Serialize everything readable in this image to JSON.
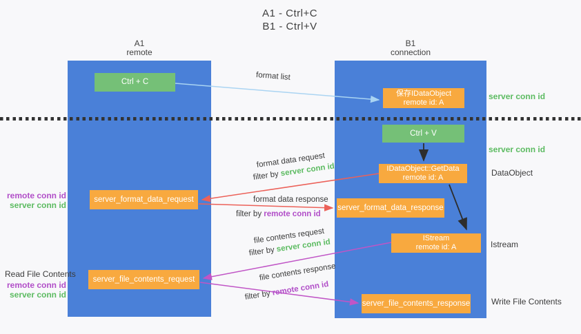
{
  "title": {
    "line1": "A1 - Ctrl+C",
    "line2": "B1 - Ctrl+V"
  },
  "lifelines": {
    "a1": {
      "name": "A1",
      "subtitle": "remote"
    },
    "b1": {
      "name": "B1",
      "subtitle": "connection"
    }
  },
  "nodes": {
    "ctrl_c": {
      "label": "Ctrl + C"
    },
    "ctrl_v": {
      "label": "Ctrl + V"
    },
    "save_dataobject": {
      "line1": "保存IDataObject",
      "line2": "remote id: A"
    },
    "getdata": {
      "line1": "IDataObject::GetData",
      "line2": "remote id: A"
    },
    "istream": {
      "line1": "IStream",
      "line2": "remote id: A"
    },
    "format_request": {
      "label": "server_format_data_request"
    },
    "format_response": {
      "label": "server_format_data_response"
    },
    "file_request": {
      "label": "server_file_contents_request"
    },
    "file_response": {
      "label": "server_file_contents_response"
    }
  },
  "arrows": {
    "format_list": {
      "label": "format list"
    },
    "format_data_request": {
      "label": "format data request",
      "filter_prefix": "filter by ",
      "filter_key": "server conn id"
    },
    "format_data_response": {
      "label": "format data response",
      "filter_prefix": "filter by ",
      "filter_key": "remote conn id"
    },
    "file_contents_request": {
      "label": "file contents request",
      "filter_prefix": "filter by ",
      "filter_key": "server conn id"
    },
    "file_contents_response": {
      "label": "file contents response",
      "filter_prefix": "filter by ",
      "filter_key": "remote conn id"
    }
  },
  "side_labels": {
    "server_conn_id_top": "server conn id",
    "server_conn_id_mid": "server conn id",
    "dataobject": "DataObject",
    "istream": "Istream",
    "write_file_contents": "Write File Contents",
    "read_file_contents": "Read File Contents",
    "format_remote_conn_id": "remote conn id",
    "format_server_conn_id": "server conn id",
    "file_remote_conn_id": "remote conn id",
    "file_server_conn_id": "server conn id"
  },
  "colors": {
    "background": "#f8f8fa",
    "lifeline_blue": "#4a80d8",
    "node_green": "#75c077",
    "node_orange": "#f8a93f",
    "arrow_light_blue": "#aad4f2",
    "arrow_red": "#ec6159",
    "arrow_magenta": "#c055c6",
    "arrow_black": "#2d2d2d",
    "text_green": "#5cbb61",
    "text_purple": "#b14ec8"
  }
}
